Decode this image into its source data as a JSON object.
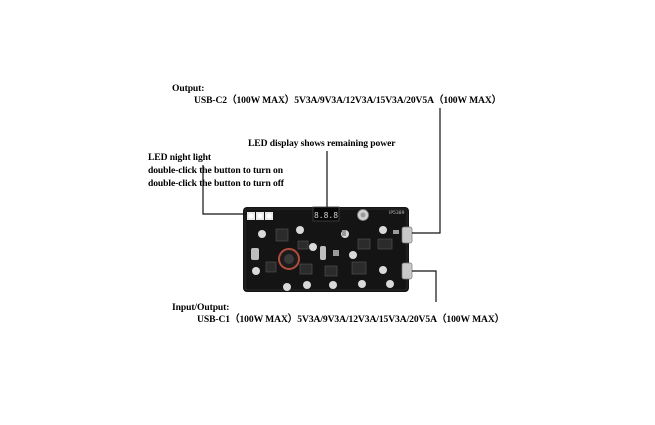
{
  "callouts": {
    "output": {
      "heading": "Output:",
      "text": "USB-C2（100W MAX）5V3A/9V3A/12V3A/15V3A/20V5A（100W MAX）"
    },
    "led_display": {
      "text": "LED display shows remaining power"
    },
    "night_light": {
      "heading": "LED night light",
      "line1": "double-click the button to turn on",
      "line2": "double-click the button to turn off"
    },
    "input_output": {
      "heading": "Input/Output:",
      "text": "USB-C1（100W MAX）5V3A/9V3A/12V3A/15V3A/20V5A（100W MAX）"
    }
  },
  "board": {
    "display_digits": "8.8.8",
    "silk_label": "IP5389"
  },
  "colors": {
    "pcb": "#141414",
    "pad": "#d9d9d9",
    "leader_line": "#111111",
    "led_white": "#f4f4ef"
  }
}
